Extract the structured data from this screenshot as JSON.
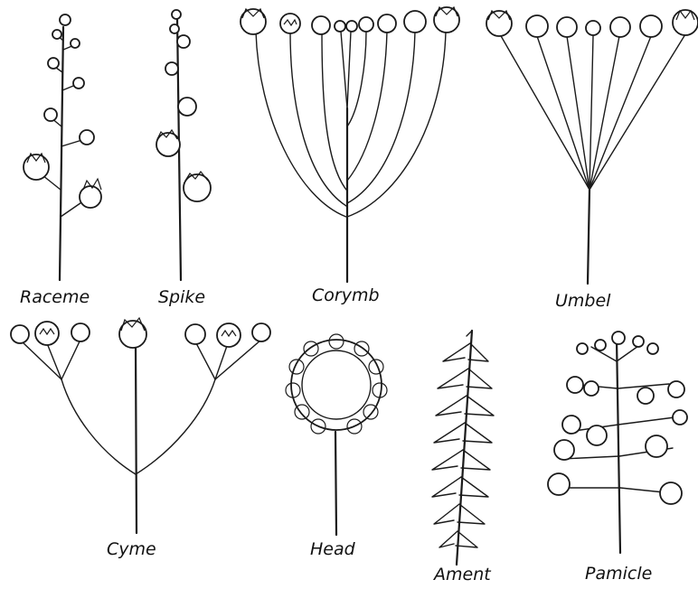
{
  "labels": {
    "raceme": "Raceme",
    "spike": "Spike",
    "corymb": "Corymb",
    "umbel": "Umbel",
    "cyme": "Cyme",
    "head": "Head",
    "ament": "Ament",
    "panicle": "Pamicle"
  },
  "colors": {
    "ink": "#1a1a1a",
    "background": "#ffffff"
  }
}
